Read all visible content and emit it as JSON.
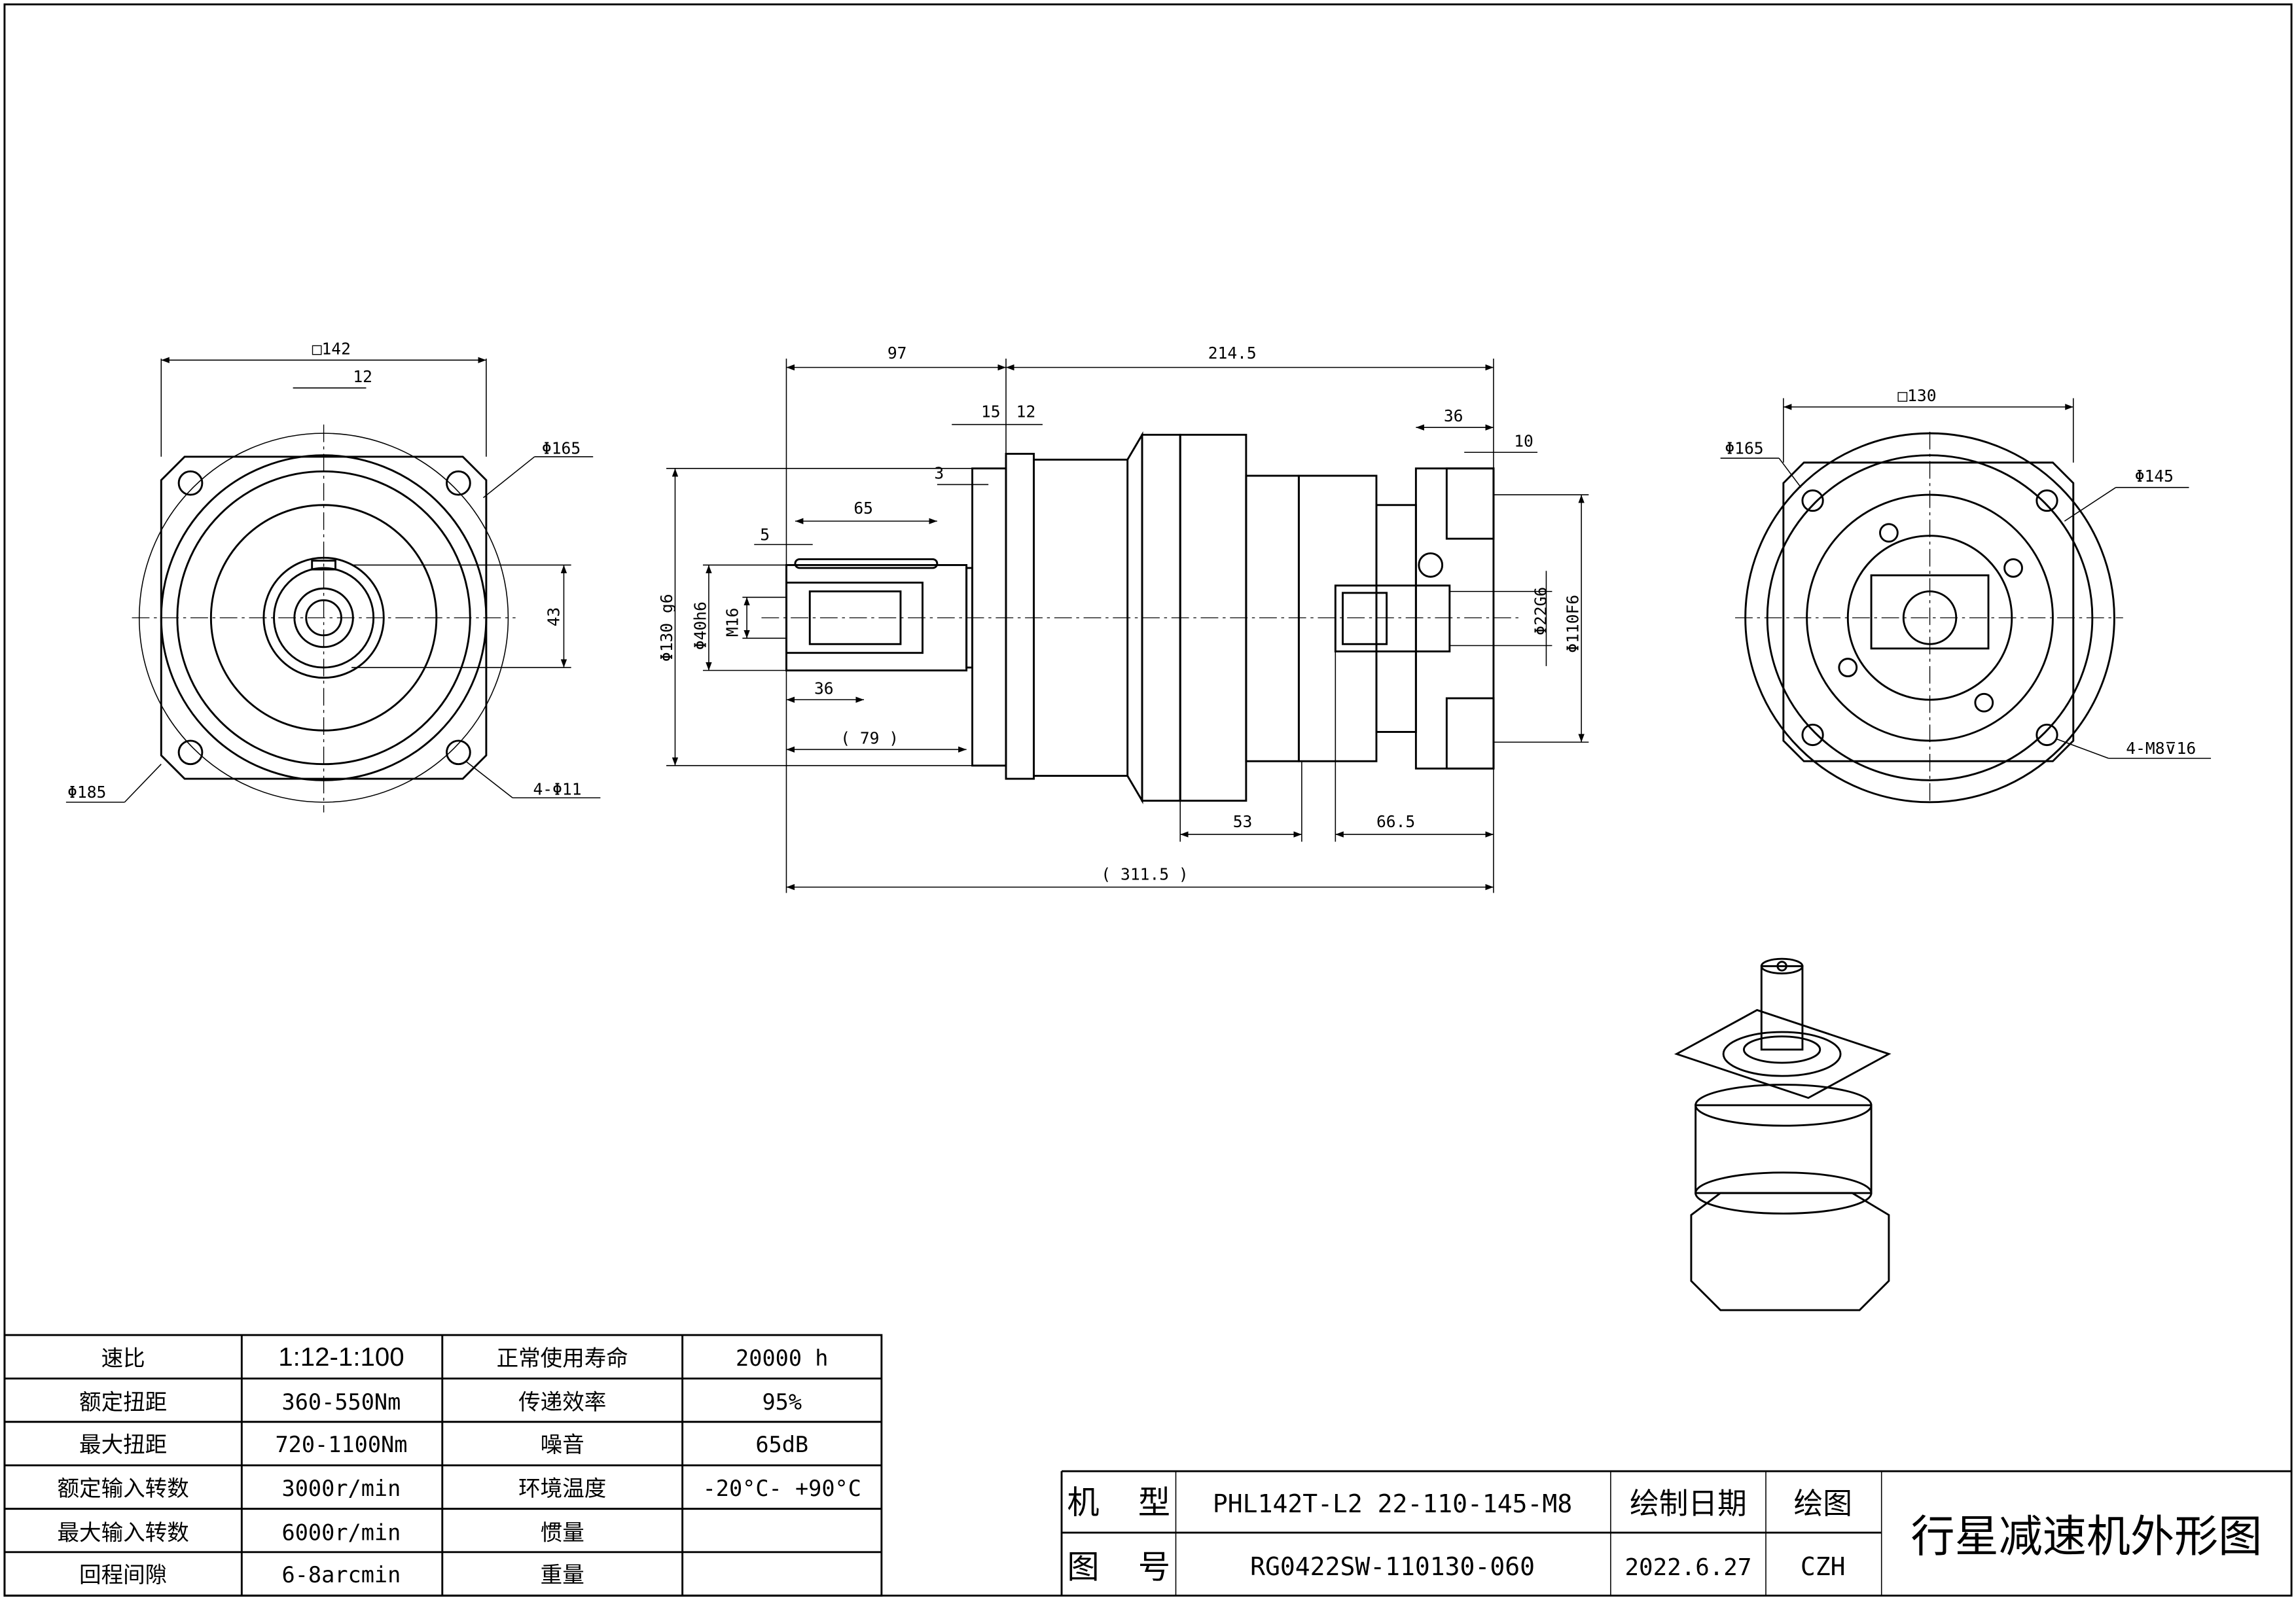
{
  "dimensions": {
    "front_square": "□142",
    "front_key_offset": "12",
    "front_d165": "Φ165",
    "front_d185": "Φ185",
    "front_43": "43",
    "front_holes": "4-Φ11",
    "side_97": "97",
    "side_214_5": "214.5",
    "side_15": "15",
    "side_12": "12",
    "side_3": "3",
    "side_65": "65",
    "side_5": "5",
    "side_36_shaft": "36",
    "side_79": "( 79 )",
    "side_d130": "Φ130 g6",
    "side_d40": "Φ40h6",
    "side_m16": "M16",
    "side_36_flange": "36",
    "side_10": "10",
    "side_d22": "Φ22G6",
    "side_d110": "Φ110F6",
    "side_53": "53",
    "side_66_5": "66.5",
    "side_311_5": "( 311.5 )",
    "rear_square": "□130",
    "rear_d165": "Φ165",
    "rear_d145": "Φ145",
    "rear_holes": "4-M8⊽16"
  },
  "spec_table": [
    {
      "label1": "速比",
      "value1": "1:12-1:100",
      "label2": "正常使用寿命",
      "value2": "20000 h"
    },
    {
      "label1": "额定扭距",
      "value1": "360-550Nm",
      "label2": "传递效率",
      "value2": "95%"
    },
    {
      "label1": "最大扭距",
      "value1": "720-1100Nm",
      "label2": "噪音",
      "value2": "65dB"
    },
    {
      "label1": "额定输入转数",
      "value1": "3000r/min",
      "label2": "环境温度",
      "value2": "-20°C- +90°C"
    },
    {
      "label1": "最大输入转数",
      "value1": "6000r/min",
      "label2": "惯量",
      "value2": ""
    },
    {
      "label1": "回程间隙",
      "value1": "6-8arcmin",
      "label2": "重量",
      "value2": ""
    }
  ],
  "title_block": {
    "model_label": "机  型",
    "model_value": "PHL142T-L2 22-110-145-M8",
    "drawing_no_label": "图  号",
    "drawing_no_value": "RG0422SW-110130-060",
    "date_label": "绘制日期",
    "date_value": "2022.6.27",
    "drawer_label": "绘图",
    "drawer_value": "CZH",
    "title": "行星减速机外形图"
  }
}
